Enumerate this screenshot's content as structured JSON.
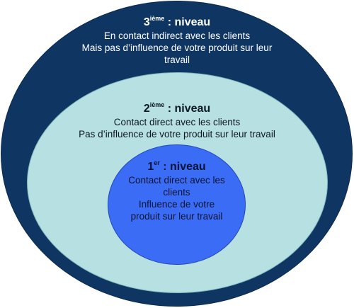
{
  "levels": {
    "outer": {
      "number": "3",
      "suffix": "ième",
      "title": " : niveau",
      "lines": [
        "En contact indirect avec les clients",
        "Mais pas d’influence de votre produit sur leur",
        "travail"
      ]
    },
    "middle": {
      "number": "2",
      "suffix": "ième",
      "title": " : niveau",
      "lines": [
        "Contact direct avec les clients",
        "Pas d’influence de votre produit sur leur travail"
      ]
    },
    "inner": {
      "number": "1",
      "suffix": "er",
      "title": " : niveau",
      "lines": [
        "Contact direct avec les",
        "clients",
        "Influence de votre",
        "produit sur leur travail"
      ]
    }
  },
  "colors": {
    "outer": "#0f3663",
    "middle": "#b7e0e2",
    "inner": "#3b6cf5"
  }
}
